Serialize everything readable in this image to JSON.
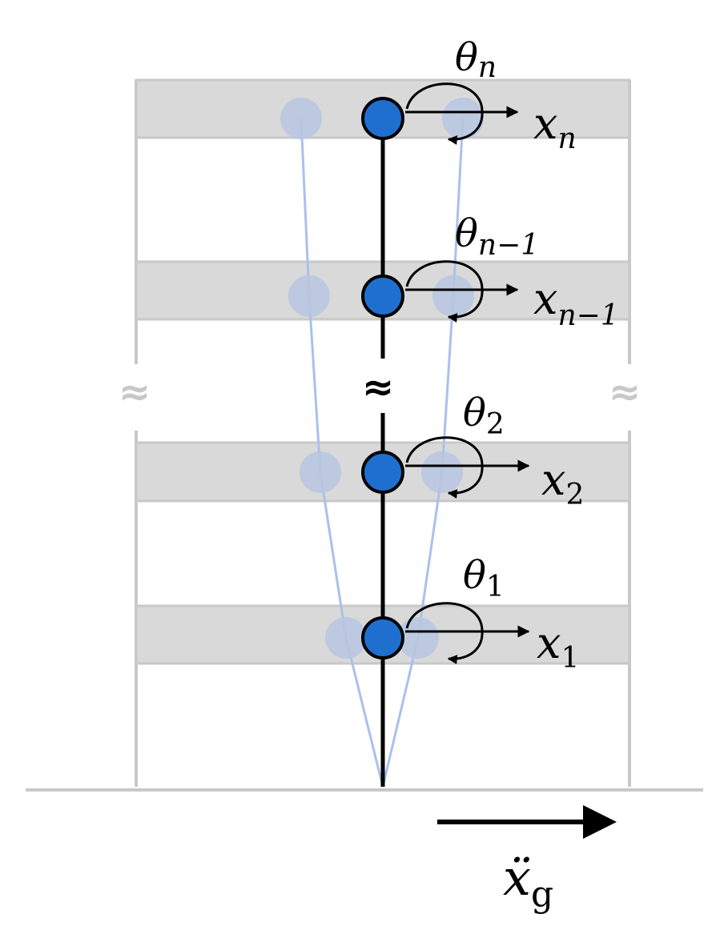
{
  "colors": {
    "slab_fill": "#d9d9d9",
    "frame_stroke": "#c8c8c8",
    "node_fill": "#1f6fcf",
    "node_stroke": "#000000",
    "ghost_fill": "#b7c6e0",
    "ghost_line": "#a9c1ec",
    "ground": "#c8c8c8",
    "text": "#000000"
  },
  "floors": [
    {
      "theta_base": "θ",
      "theta_sub": "n",
      "x_base": "x",
      "x_sub": "n"
    },
    {
      "theta_base": "θ",
      "theta_sub": "n−1",
      "x_base": "x",
      "x_sub": "n−1"
    },
    {
      "theta_base": "θ",
      "theta_sub": "2",
      "x_base": "x",
      "x_sub": "2"
    },
    {
      "theta_base": "θ",
      "theta_sub": "1",
      "x_base": "x",
      "x_sub": "1"
    }
  ],
  "break_symbol": "≈",
  "ground_accel": {
    "base": "ẍ",
    "sub": "g"
  },
  "icons": {
    "rotation": "rotation-arrow-icon",
    "displacement": "right-arrow-icon",
    "break": "approx-break-icon"
  }
}
